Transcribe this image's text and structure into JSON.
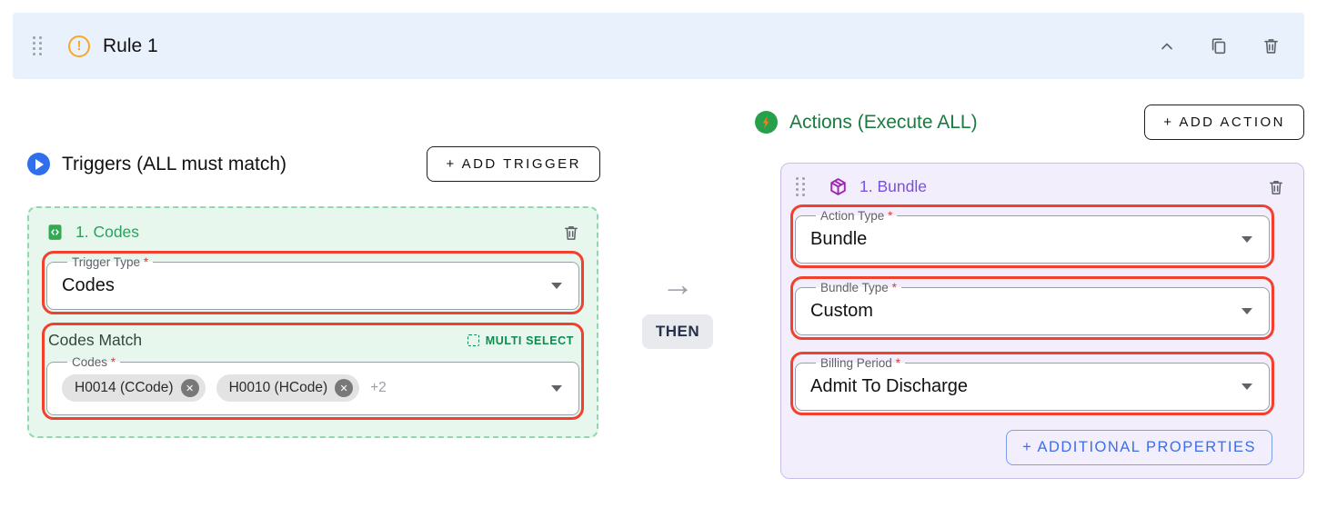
{
  "rule_header": {
    "title": "Rule 1"
  },
  "triggers": {
    "heading": "Triggers (ALL must match)",
    "add_button": "+ ADD TRIGGER",
    "card": {
      "title": "1. Codes",
      "trigger_type_field": {
        "label": "Trigger Type",
        "value": "Codes"
      },
      "codes_match": {
        "heading": "Codes Match",
        "badge": "MULTI SELECT",
        "codes_field": {
          "label": "Codes",
          "chips": [
            {
              "label": "H0014 (CCode)"
            },
            {
              "label": "H0010 (HCode)"
            }
          ],
          "overflow": "+2"
        }
      }
    }
  },
  "connector": {
    "then_label": "THEN"
  },
  "actions": {
    "heading": "Actions (Execute ALL)",
    "add_button": "+ ADD ACTION",
    "card": {
      "title": "1. Bundle",
      "fields": [
        {
          "label": "Action Type",
          "value": "Bundle"
        },
        {
          "label": "Bundle Type",
          "value": "Custom"
        },
        {
          "label": "Billing Period",
          "value": "Admit To Discharge"
        }
      ],
      "additional_button": "+ ADDITIONAL PROPERTIES"
    }
  },
  "required_marker": "*",
  "icons": {
    "warning": "!",
    "chip_remove": "✕",
    "connector_arrow": "→",
    "drag_handle": "drag-dots",
    "collapse": "chevron-up",
    "duplicate": "copy",
    "delete": "trash",
    "triggers_section": "play-circle",
    "trigger_card": "file-code",
    "multi_select": "dashed-square",
    "dropdown": "caret-down",
    "actions_section": "lightning-circle",
    "action_card": "package-box"
  },
  "colors": {
    "highlight_red": "#f2402e",
    "header_bg": "#e9f1fc",
    "trigger_bg": "#e8f7ee",
    "trigger_border": "#8fd9ad",
    "trigger_text": "#2e9e60",
    "actions_heading": "#1b7a40",
    "multi_select_green": "#0f8a50",
    "action_bg": "#f2eefc",
    "action_border": "#cbbcee",
    "action_text": "#7a4fe0",
    "blue_accent": "#2f6fed",
    "additional_blue": "#3b6ee8"
  }
}
